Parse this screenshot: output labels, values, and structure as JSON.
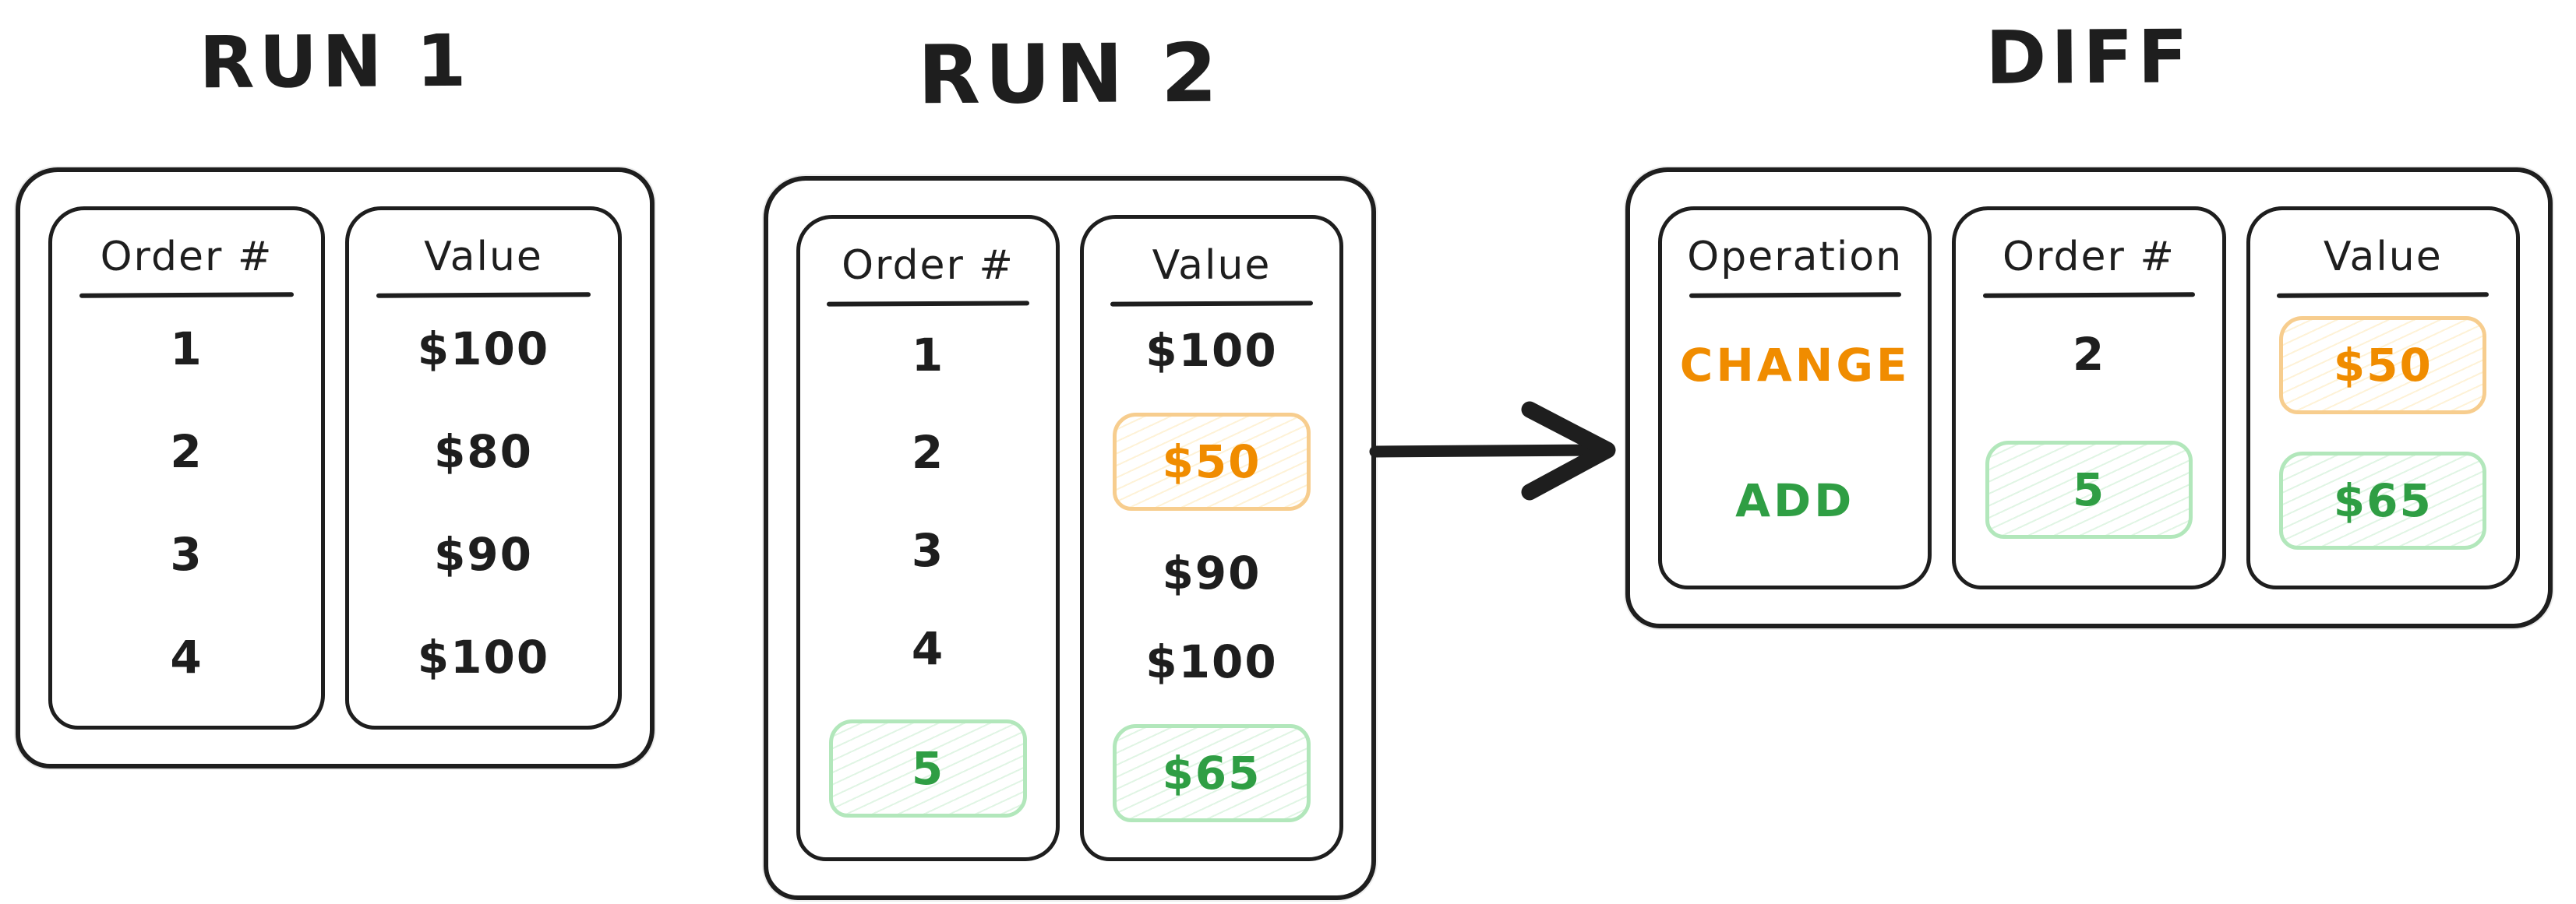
{
  "diagram": {
    "run1": {
      "title": "RUN 1",
      "columns": [
        {
          "header": "Order #",
          "cells": [
            {
              "text": "1",
              "highlight": "none"
            },
            {
              "text": "2",
              "highlight": "none"
            },
            {
              "text": "3",
              "highlight": "none"
            },
            {
              "text": "4",
              "highlight": "none"
            }
          ]
        },
        {
          "header": "Value",
          "cells": [
            {
              "text": "$100",
              "highlight": "none"
            },
            {
              "text": "$80",
              "highlight": "none"
            },
            {
              "text": "$90",
              "highlight": "none"
            },
            {
              "text": "$100",
              "highlight": "none"
            }
          ]
        }
      ]
    },
    "run2": {
      "title": "RUN 2",
      "columns": [
        {
          "header": "Order #",
          "cells": [
            {
              "text": "1",
              "highlight": "none"
            },
            {
              "text": "2",
              "highlight": "none"
            },
            {
              "text": "3",
              "highlight": "none"
            },
            {
              "text": "4",
              "highlight": "none"
            },
            {
              "text": "5",
              "highlight": "green-box"
            }
          ]
        },
        {
          "header": "Value",
          "cells": [
            {
              "text": "$100",
              "highlight": "none"
            },
            {
              "text": "$50",
              "highlight": "orange-box"
            },
            {
              "text": "$90",
              "highlight": "none"
            },
            {
              "text": "$100",
              "highlight": "none"
            },
            {
              "text": "$65",
              "highlight": "green-box"
            }
          ]
        }
      ]
    },
    "diff": {
      "title": "DIFF",
      "columns": [
        {
          "header": "Operation",
          "cells": [
            {
              "text": "CHANGE",
              "highlight": "orange-text"
            },
            {
              "text": "ADD",
              "highlight": "green-text"
            }
          ]
        },
        {
          "header": "Order #",
          "cells": [
            {
              "text": "2",
              "highlight": "none"
            },
            {
              "text": "5",
              "highlight": "green-box"
            }
          ]
        },
        {
          "header": "Value",
          "cells": [
            {
              "text": "$50",
              "highlight": "orange-box"
            },
            {
              "text": "$65",
              "highlight": "green-box"
            }
          ]
        }
      ]
    },
    "colors": {
      "ink": "#1e1e1e",
      "orange_text": "#f08c00",
      "green_text": "#2f9e44",
      "orange_box_border": "#f7cd8e",
      "green_box_border": "#b2e7bb"
    }
  }
}
